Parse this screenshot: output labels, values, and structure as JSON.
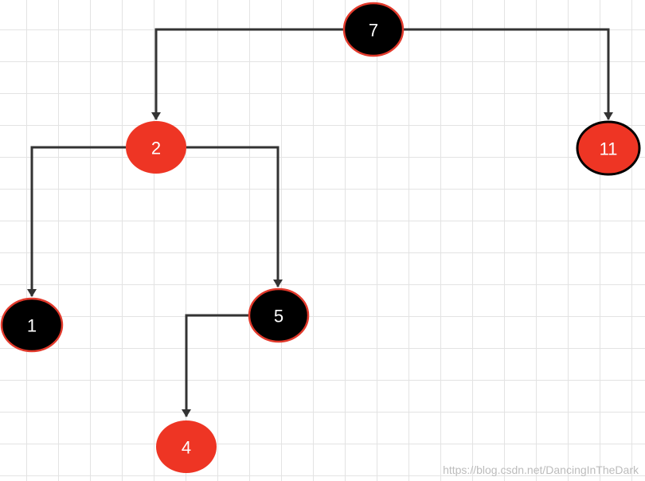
{
  "tree": {
    "colors": {
      "red": "#ee3524",
      "black": "#000000",
      "outline": "#e23a2c",
      "edge": "#333333"
    },
    "nodes": [
      {
        "id": "n7",
        "label": "7",
        "color": "black"
      },
      {
        "id": "n2",
        "label": "2",
        "color": "red"
      },
      {
        "id": "n11",
        "label": "11",
        "color": "red"
      },
      {
        "id": "n1",
        "label": "1",
        "color": "black"
      },
      {
        "id": "n5",
        "label": "5",
        "color": "black"
      },
      {
        "id": "n4",
        "label": "4",
        "color": "red"
      }
    ],
    "edges": [
      {
        "from": "7",
        "to": "2"
      },
      {
        "from": "7",
        "to": "11"
      },
      {
        "from": "2",
        "to": "1"
      },
      {
        "from": "2",
        "to": "5"
      },
      {
        "from": "5",
        "to": "4"
      }
    ]
  },
  "watermark": "https://blog.csdn.net/DancingInTheDark"
}
